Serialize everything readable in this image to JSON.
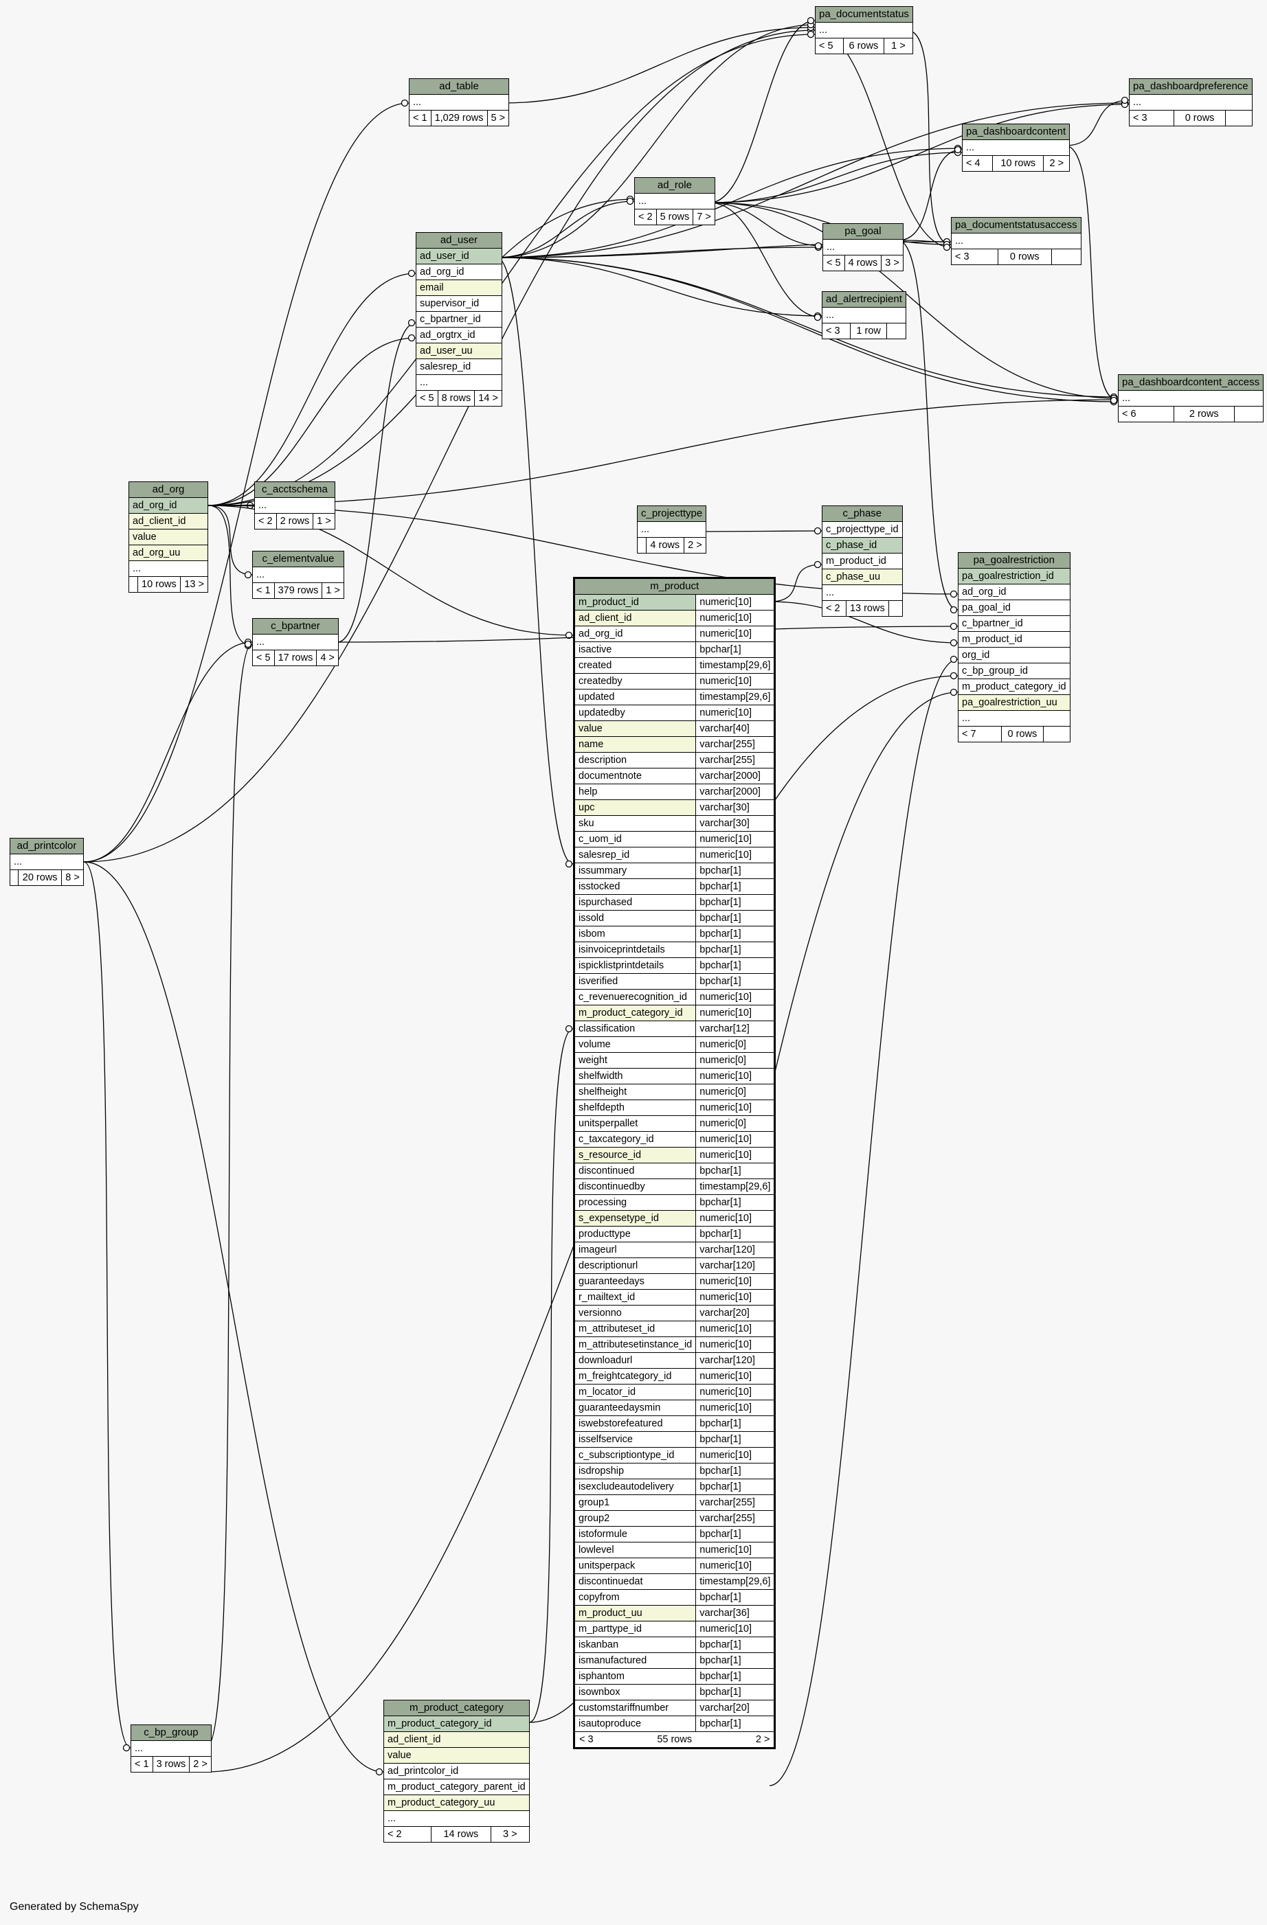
{
  "footer": "Generated by SchemaSpy",
  "tables": {
    "pa_documentstatus": {
      "title": "pa_documentstatus",
      "rows": [
        "..."
      ],
      "stats": [
        "< 5",
        "6 rows",
        "1 >"
      ]
    },
    "ad_table": {
      "title": "ad_table",
      "rows": [
        "..."
      ],
      "stats": [
        "< 1",
        "1,029 rows",
        "5 >"
      ]
    },
    "pa_dashboardpreference": {
      "title": "pa_dashboardpreference",
      "rows": [
        "..."
      ],
      "stats": [
        "< 3",
        "0 rows",
        ""
      ]
    },
    "pa_dashboardcontent": {
      "title": "pa_dashboardcontent",
      "rows": [
        "..."
      ],
      "stats": [
        "< 4",
        "10 rows",
        "2 >"
      ]
    },
    "ad_role": {
      "title": "ad_role",
      "rows": [
        "..."
      ],
      "stats": [
        "< 2",
        "5 rows",
        "7 >"
      ]
    },
    "pa_documentstatusaccess": {
      "title": "pa_documentstatusaccess",
      "rows": [
        "..."
      ],
      "stats": [
        "< 3",
        "0 rows",
        ""
      ]
    },
    "ad_user": {
      "title": "ad_user",
      "rows": [
        "ad_user_id",
        "ad_org_id",
        "email",
        "supervisor_id",
        "c_bpartner_id",
        "ad_orgtrx_id",
        "ad_user_uu",
        "salesrep_id",
        "..."
      ],
      "stats": [
        "< 5",
        "8 rows",
        "14 >"
      ]
    },
    "pa_goal": {
      "title": "pa_goal",
      "rows": [
        "..."
      ],
      "stats": [
        "< 5",
        "4 rows",
        "3 >"
      ]
    },
    "ad_alertrecipient": {
      "title": "ad_alertrecipient",
      "rows": [
        "..."
      ],
      "stats": [
        "< 3",
        "1 row",
        ""
      ]
    },
    "pa_dashboardcontent_access": {
      "title": "pa_dashboardcontent_access",
      "rows": [
        "..."
      ],
      "stats": [
        "< 6",
        "2 rows",
        ""
      ]
    },
    "ad_org": {
      "title": "ad_org",
      "rows": [
        "ad_org_id",
        "ad_client_id",
        "value",
        "ad_org_uu",
        "..."
      ],
      "stats": [
        "",
        "10 rows",
        "13 >"
      ]
    },
    "c_acctschema": {
      "title": "c_acctschema",
      "rows": [
        "..."
      ],
      "stats": [
        "< 2",
        "2 rows",
        "1 >"
      ]
    },
    "c_projecttype": {
      "title": "c_projecttype",
      "rows": [
        "..."
      ],
      "stats": [
        "",
        "4 rows",
        "2 >"
      ]
    },
    "c_phase": {
      "title": "c_phase",
      "rows": [
        "c_projecttype_id",
        "c_phase_id",
        "m_product_id",
        "c_phase_uu",
        "..."
      ],
      "stats": [
        "< 2",
        "13 rows",
        ""
      ]
    },
    "c_elementvalue": {
      "title": "c_elementvalue",
      "rows": [
        "..."
      ],
      "stats": [
        "< 1",
        "379 rows",
        "1 >"
      ]
    },
    "pa_goalrestriction": {
      "title": "pa_goalrestriction",
      "rows": [
        "pa_goalrestriction_id",
        "ad_org_id",
        "pa_goal_id",
        "c_bpartner_id",
        "m_product_id",
        "org_id",
        "c_bp_group_id",
        "m_product_category_id",
        "pa_goalrestriction_uu",
        "..."
      ],
      "stats": [
        "< 7",
        "0 rows",
        ""
      ]
    },
    "c_bpartner": {
      "title": "c_bpartner",
      "rows": [
        "..."
      ],
      "stats": [
        "< 5",
        "17 rows",
        "4 >"
      ]
    },
    "ad_printcolor": {
      "title": "ad_printcolor",
      "rows": [
        "..."
      ],
      "stats": [
        "",
        "20 rows",
        "8 >"
      ]
    },
    "c_bp_group": {
      "title": "c_bp_group",
      "rows": [
        "..."
      ],
      "stats": [
        "< 1",
        "3 rows",
        "2 >"
      ]
    },
    "m_product_category": {
      "title": "m_product_category",
      "rows": [
        "m_product_category_id",
        "ad_client_id",
        "value",
        "ad_printcolor_id",
        "m_product_category_parent_id",
        "m_product_category_uu",
        "..."
      ],
      "stats": [
        "< 2",
        "14 rows",
        "3 >"
      ]
    }
  },
  "m_product": {
    "title": "m_product",
    "columns": [
      [
        "m_product_id",
        "numeric[10]"
      ],
      [
        "ad_client_id",
        "numeric[10]"
      ],
      [
        "ad_org_id",
        "numeric[10]"
      ],
      [
        "isactive",
        "bpchar[1]"
      ],
      [
        "created",
        "timestamp[29,6]"
      ],
      [
        "createdby",
        "numeric[10]"
      ],
      [
        "updated",
        "timestamp[29,6]"
      ],
      [
        "updatedby",
        "numeric[10]"
      ],
      [
        "value",
        "varchar[40]"
      ],
      [
        "name",
        "varchar[255]"
      ],
      [
        "description",
        "varchar[255]"
      ],
      [
        "documentnote",
        "varchar[2000]"
      ],
      [
        "help",
        "varchar[2000]"
      ],
      [
        "upc",
        "varchar[30]"
      ],
      [
        "sku",
        "varchar[30]"
      ],
      [
        "c_uom_id",
        "numeric[10]"
      ],
      [
        "salesrep_id",
        "numeric[10]"
      ],
      [
        "issummary",
        "bpchar[1]"
      ],
      [
        "isstocked",
        "bpchar[1]"
      ],
      [
        "ispurchased",
        "bpchar[1]"
      ],
      [
        "issold",
        "bpchar[1]"
      ],
      [
        "isbom",
        "bpchar[1]"
      ],
      [
        "isinvoiceprintdetails",
        "bpchar[1]"
      ],
      [
        "ispicklistprintdetails",
        "bpchar[1]"
      ],
      [
        "isverified",
        "bpchar[1]"
      ],
      [
        "c_revenuerecognition_id",
        "numeric[10]"
      ],
      [
        "m_product_category_id",
        "numeric[10]"
      ],
      [
        "classification",
        "varchar[12]"
      ],
      [
        "volume",
        "numeric[0]"
      ],
      [
        "weight",
        "numeric[0]"
      ],
      [
        "shelfwidth",
        "numeric[10]"
      ],
      [
        "shelfheight",
        "numeric[0]"
      ],
      [
        "shelfdepth",
        "numeric[10]"
      ],
      [
        "unitsperpallet",
        "numeric[0]"
      ],
      [
        "c_taxcategory_id",
        "numeric[10]"
      ],
      [
        "s_resource_id",
        "numeric[10]"
      ],
      [
        "discontinued",
        "bpchar[1]"
      ],
      [
        "discontinuedby",
        "timestamp[29,6]"
      ],
      [
        "processing",
        "bpchar[1]"
      ],
      [
        "s_expensetype_id",
        "numeric[10]"
      ],
      [
        "producttype",
        "bpchar[1]"
      ],
      [
        "imageurl",
        "varchar[120]"
      ],
      [
        "descriptionurl",
        "varchar[120]"
      ],
      [
        "guaranteedays",
        "numeric[10]"
      ],
      [
        "r_mailtext_id",
        "numeric[10]"
      ],
      [
        "versionno",
        "varchar[20]"
      ],
      [
        "m_attributeset_id",
        "numeric[10]"
      ],
      [
        "m_attributesetinstance_id",
        "numeric[10]"
      ],
      [
        "downloadurl",
        "varchar[120]"
      ],
      [
        "m_freightcategory_id",
        "numeric[10]"
      ],
      [
        "m_locator_id",
        "numeric[10]"
      ],
      [
        "guaranteedaysmin",
        "numeric[10]"
      ],
      [
        "iswebstorefeatured",
        "bpchar[1]"
      ],
      [
        "isselfservice",
        "bpchar[1]"
      ],
      [
        "c_subscriptiontype_id",
        "numeric[10]"
      ],
      [
        "isdropship",
        "bpchar[1]"
      ],
      [
        "isexcludeautodelivery",
        "bpchar[1]"
      ],
      [
        "group1",
        "varchar[255]"
      ],
      [
        "group2",
        "varchar[255]"
      ],
      [
        "istoformule",
        "bpchar[1]"
      ],
      [
        "lowlevel",
        "numeric[10]"
      ],
      [
        "unitsperpack",
        "numeric[10]"
      ],
      [
        "discontinuedat",
        "timestamp[29,6]"
      ],
      [
        "copyfrom",
        "bpchar[1]"
      ],
      [
        "m_product_uu",
        "varchar[36]"
      ],
      [
        "m_parttype_id",
        "numeric[10]"
      ],
      [
        "iskanban",
        "bpchar[1]"
      ],
      [
        "ismanufactured",
        "bpchar[1]"
      ],
      [
        "isphantom",
        "bpchar[1]"
      ],
      [
        "isownbox",
        "bpchar[1]"
      ],
      [
        "customstariffnumber",
        "varchar[20]"
      ],
      [
        "isautoproduce",
        "bpchar[1]"
      ]
    ],
    "stats": [
      "< 3",
      "55 rows",
      "2 >"
    ]
  }
}
